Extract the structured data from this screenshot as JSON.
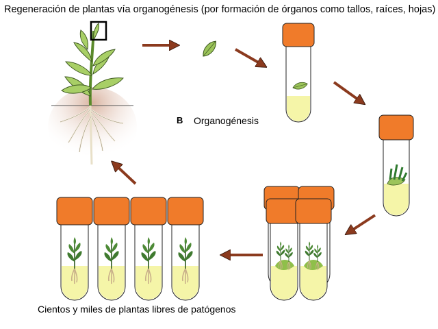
{
  "title": "Regeneración de plantas vía organogénesis (por formación de órganos como tallos, raíces, hojas)",
  "panel_letter": "B",
  "process_label": "Organogénesis",
  "footer": "Cientos y miles de plantas libres de patógenos",
  "colors": {
    "arrow": "#8b3a1e",
    "cap": "#f07b2a",
    "medium": "#f5f5a8",
    "leaf": "#9cc45a",
    "soil": "#e8cfc0"
  },
  "icons": [
    "plant-icon",
    "leaf-icon",
    "test-tube-icon",
    "arrow-icon"
  ]
}
